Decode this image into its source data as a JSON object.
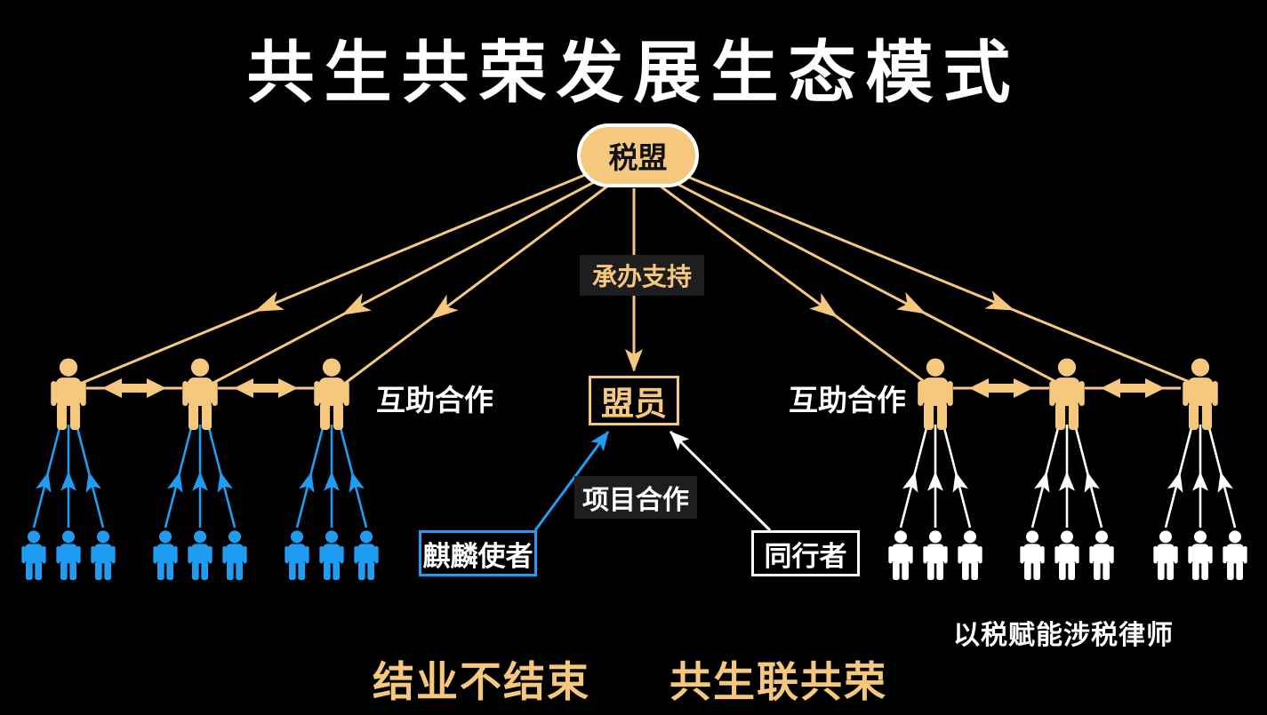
{
  "title": "共生共荣发展生态模式",
  "root_node": {
    "label": "税盟"
  },
  "member_node": {
    "label": "盟员"
  },
  "edge_labels": {
    "support": "承办支持",
    "project_coop": "项目合作",
    "mutual_coop_left": "互助合作",
    "mutual_coop_right": "互助合作"
  },
  "role_boxes": {
    "kirin": "麒麟使者",
    "companion": "同行者"
  },
  "captions": {
    "lawyers": "以税赋能涉税律师",
    "footer_left": "结业不结束",
    "footer_right": "共生联共荣"
  },
  "colors": {
    "background": "#000000",
    "accent_tan": "#F6C87E",
    "accent_blue": "#1E9DF2",
    "white": "#FFFFFF",
    "label_background": "#1E1E1E"
  }
}
